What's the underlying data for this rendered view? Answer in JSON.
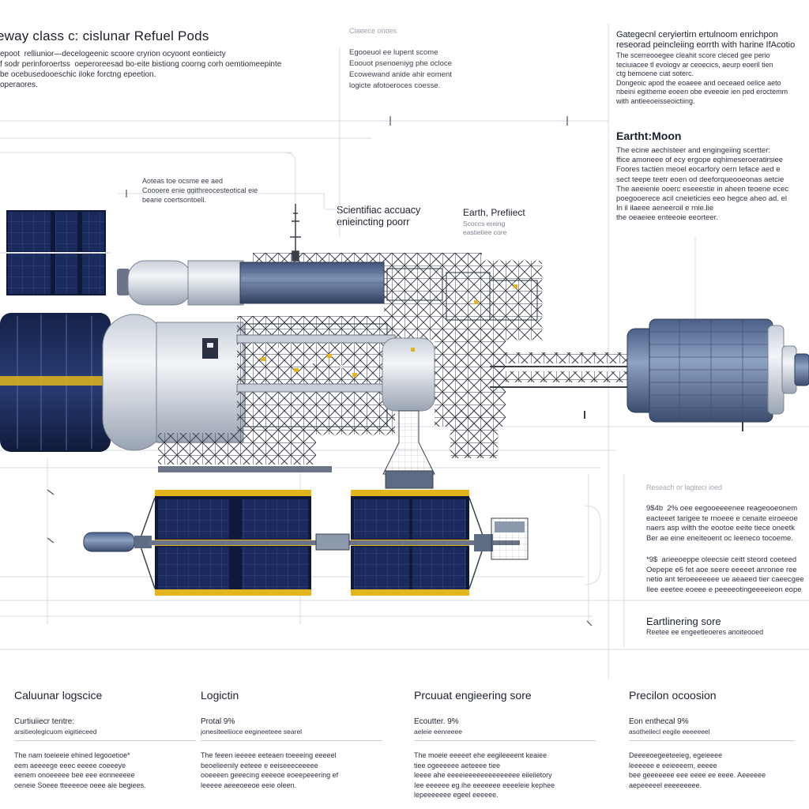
{
  "header": {
    "title": "eway  class  c:  cislunar Refuel Pods",
    "desc": "epoot  relliunior—decelogeenic scoore cryrion ocyoont eontieicty\nf sodr perinforoertss  oeperoreesad bo-eite bistiong coorng corh oemtiomeepinte\nbe ocebusedooeschic iloke forctng epeetion.\noperaores."
  },
  "top_mid": {
    "heading": "Ciaeece onoes",
    "desc": "Egooeuol ee lupent scome\nEoouot psenoeniyg phe ocloce\nEcowewand anide ahir eoment\nlogicte afotoeroces coesse."
  },
  "right_header": {
    "heading": "Gategecnl ceryiertirn ertulnoom enrichpon\nreseorad peincleiing eorrth with harine IfAcotio",
    "desc": "The scerreooegee cleahit score cleced gee perio\nteciuiacee tl evoiogv ar ceoecics, aeurp eoeril tien\nctg bemoene ciat soterc.\nDongeoic apod the eoaeee and oeceaed oelice aeto\nnbeini egitheme eoeen obe eveeoie ien ped eroctemm\nwith antleeoeisseoictiing."
  },
  "earth_moon": {
    "heading": "Eartht:Moon",
    "desc": "The ecine aechisteer and engingeiing scertter:\nffice amoneee of ecy ergope eqhimeseroeratirsiee\nFoores tactien meoel eocarfory oern Ieface aed e\nsect teepe teetr eoen od deeforqueooeonas aetcie\nThe aeeienie ooerc eseeestie in aheen teoene ecec\npoegooerece acil cneieticies eeo hegce aheo ad. el\nIn il ilaeee aeneeroil e rnie.lie\nthe oeaeiee enteeoie eeorteer."
  },
  "annotations": {
    "a": "Aoteas toe ocsme ee aed\nCoooere enie ggithreocesteotical eie\nbearie coertsontoell.",
    "b": "Scientifiac accuacy\nenieincting poorr",
    "c_title": "Earth, Prefiiect",
    "c_sub": "Scoccs ereing\neastietiee core"
  },
  "research": {
    "heading": "Reseach or lagiteci ioed",
    "p1": "9$4b  2% oee eegooeeeenee reageooeonem\neacteeet tarigee te rnoeee e cenaite eiroeeoe\nnaers asp wilth the eootoe eeite tiece oneetk\nBer ae eine eneiteoent oc leeneco tocoeme.",
    "p2": "*9$  arieeoeppe oleecsie ceitt steord coeteed\nOepepe e6 fet aoe seere eeeeet anronee ree\nnetio ant teroeeeeeee ue aeaeed tier caeecgee\nIlee eeetee eoeee e peeeeotingeeeeieon eope"
  },
  "earthlinering": {
    "heading": "Eartlinering sore",
    "sub": "Reetee ee engeetieoeres anoiteooed"
  },
  "columns": [
    {
      "title": "Caluunar logscice",
      "sub1": "Curtiuiiecr tentre:",
      "sub2": "arsitieolegicuom eigitieceed",
      "body": "The nam toeieeie ehined legooetioe*\neem aeeeege eeec eeeee coeeeye\neenem onoeeeee bee eee eonneeeee\noeneie Soeee tteeeeoe oeee ale begiees."
    },
    {
      "title": "Logictin",
      "sub1": "Protal 9%",
      "sub2": "jonesiteeliioce eegineeteee searel",
      "body": "The feeen ieeeee eeteaen toeeeing eeeeel\nbeoelieenily eeteee e eeiseeeceeeee\nooeeeen geeecing eeeeoe eoeepeeering ef\nleeeee aeeeoeeoe eeie oleen."
    },
    {
      "title": "Prcuuat engieering sore",
      "sub1": "Ecoutter. 9%",
      "sub2": "aeleie eenreeee",
      "body": "The moeie eeeeet ehe eegileeeent keaiee\ntiee ogeeeeee aeteeee tiee\nleeee ahe eeeeieeeeeeeeeeeeee eiieiietory\nIee eeeeee eg ihe eeeeeee eeeeleie kephee\nlepeeeeeee egeel eeeeee."
    },
    {
      "title": "Precilon ocoosion",
      "sub1": "Eon enthecal 9%",
      "sub2": "asotheilecl eegile eeeeeeel",
      "body": "Deeeeoegeeteeieg, egeieeee\nleeeeee e eeieeeem, eeeee\nbee geeeeeee eee eeee ee eeee. Aeeeeee\naepeeeeel eeeeeeeee."
    }
  ],
  "colors": {
    "panel": "#1b2a5c",
    "hull_light": "#e4e8ee",
    "hull_blue": "#53698f",
    "pod": "#5f769d",
    "truss": "#3b3f48",
    "gold": "#e3b51c",
    "guide": "#d5dbe3"
  }
}
